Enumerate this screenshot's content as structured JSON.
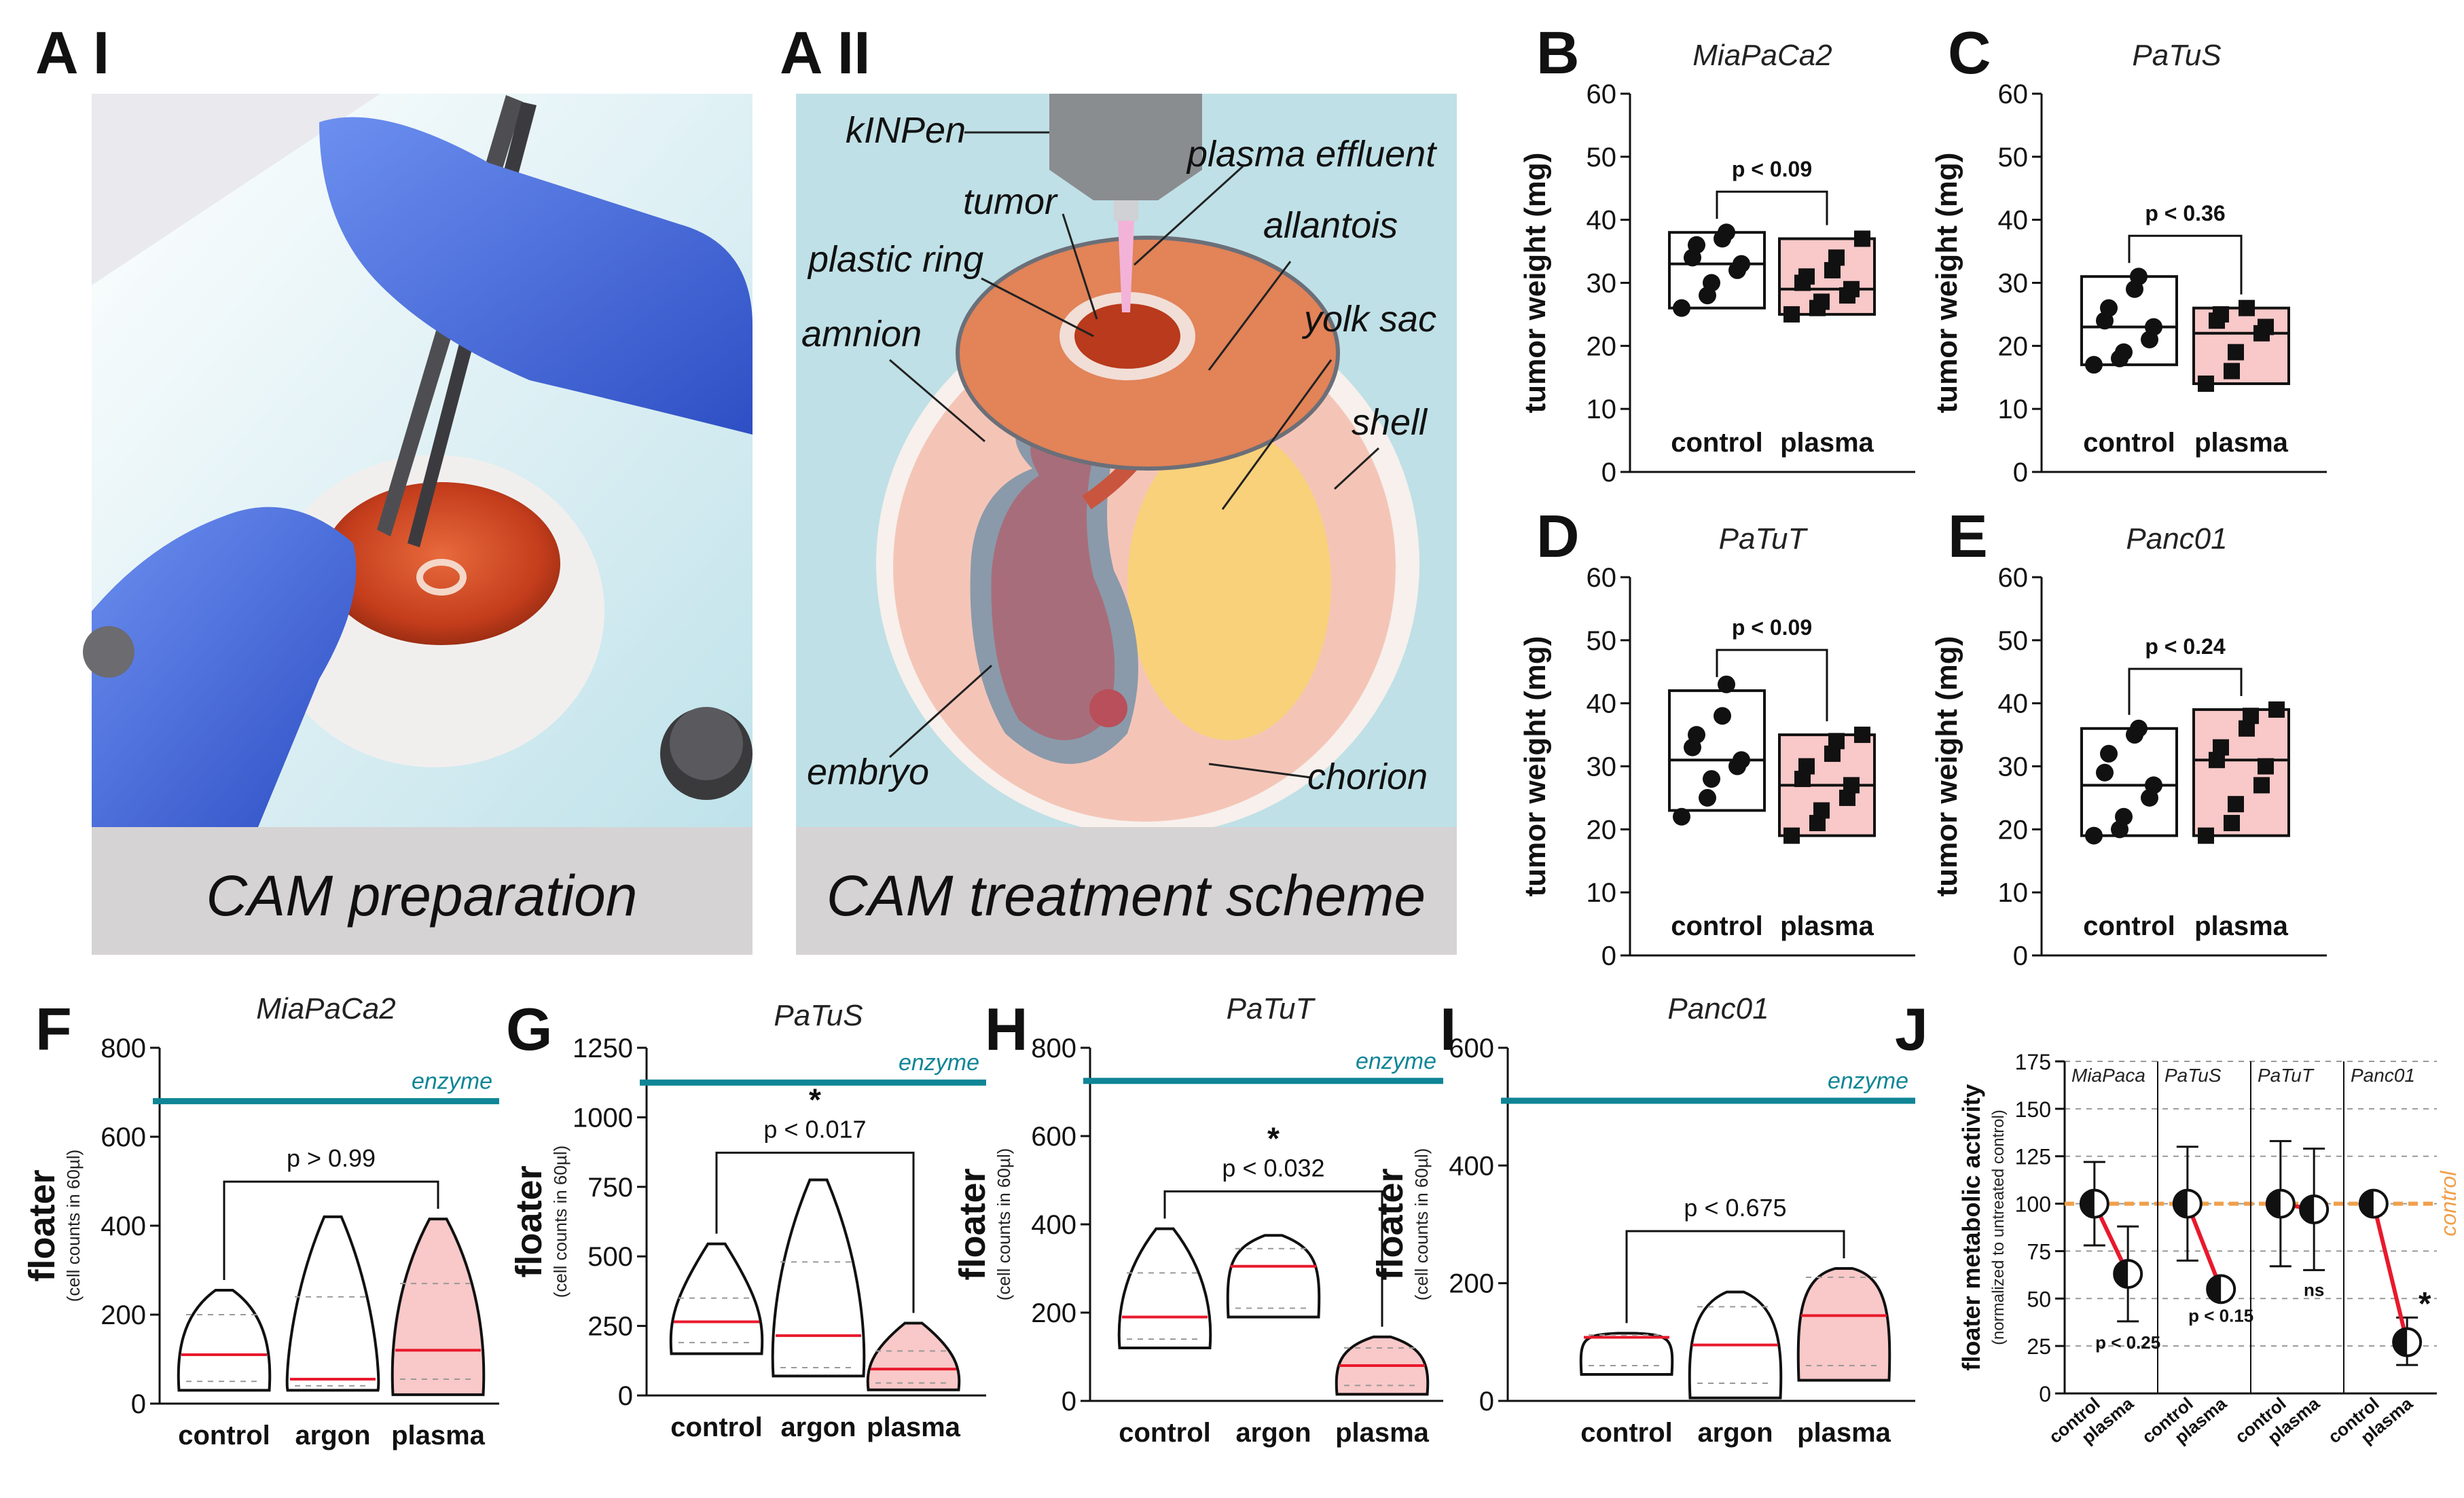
{
  "panel_letters": {
    "AI": "A I",
    "AII": "A II",
    "B": "B",
    "C": "C",
    "D": "D",
    "E": "E",
    "F": "F",
    "G": "G",
    "H": "H",
    "I": "I",
    "J": "J"
  },
  "photo": {
    "caption": "CAM preparation"
  },
  "scheme": {
    "caption": "CAM treatment scheme",
    "labels": {
      "kinpen": "kINPen",
      "plasma_effluent": "plasma effluent",
      "tumor": "tumor",
      "allantois": "allantois",
      "plastic_ring": "plastic ring",
      "yolk_sac": "yolk sac",
      "amnion": "amnion",
      "shell": "shell",
      "embryo": "embryo",
      "chorion": "chorion"
    }
  },
  "colors": {
    "plasma_fill": "#f9c8c8",
    "median": "#e8192c",
    "enzyme": "#0f8596",
    "control_line": "#f0a04b",
    "drop_line": "#e8192c",
    "background_scheme": "#bfe0e6"
  },
  "chart_data": [
    {
      "id": "B",
      "type": "box",
      "title": "MiaPaCa2",
      "ylabel": "tumor weight (mg)",
      "ylim": [
        0,
        60
      ],
      "yticks": [
        0,
        10,
        20,
        30,
        40,
        50,
        60
      ],
      "categories": [
        "control",
        "plasma"
      ],
      "pvalue": "p < 0.09",
      "series": [
        {
          "name": "control",
          "box": {
            "min": 26,
            "q1": 26,
            "median": 33,
            "q3": 38,
            "max": 38
          },
          "points": [
            26,
            28,
            30,
            32,
            33,
            34,
            36,
            37,
            38
          ]
        },
        {
          "name": "plasma",
          "box": {
            "min": 25,
            "q1": 25,
            "median": 29,
            "q3": 37,
            "max": 37
          },
          "points": [
            25,
            26,
            27,
            28,
            29,
            30,
            31,
            32,
            34,
            37
          ]
        }
      ]
    },
    {
      "id": "C",
      "type": "box",
      "title": "PaTuS",
      "ylabel": "tumor weight (mg)",
      "ylim": [
        0,
        60
      ],
      "yticks": [
        0,
        10,
        20,
        30,
        40,
        50,
        60
      ],
      "categories": [
        "control",
        "plasma"
      ],
      "pvalue": "p < 0.36",
      "series": [
        {
          "name": "control",
          "box": {
            "min": 17,
            "q1": 17,
            "median": 23,
            "q3": 31,
            "max": 31
          },
          "points": [
            17,
            18,
            19,
            21,
            23,
            24,
            26,
            29,
            31
          ]
        },
        {
          "name": "plasma",
          "box": {
            "min": 14,
            "q1": 14,
            "median": 22,
            "q3": 26,
            "max": 26
          },
          "points": [
            14,
            16,
            19,
            22,
            23,
            24,
            25,
            26
          ]
        }
      ]
    },
    {
      "id": "D",
      "type": "box",
      "title": "PaTuT",
      "ylabel": "tumor weight (mg)",
      "ylim": [
        0,
        60
      ],
      "yticks": [
        0,
        10,
        20,
        30,
        40,
        50,
        60
      ],
      "categories": [
        "control",
        "plasma"
      ],
      "pvalue": "p < 0.09",
      "series": [
        {
          "name": "control",
          "box": {
            "min": 23,
            "q1": 23,
            "median": 31,
            "q3": 42,
            "max": 42
          },
          "points": [
            22,
            25,
            28,
            30,
            31,
            33,
            35,
            38,
            43
          ]
        },
        {
          "name": "plasma",
          "box": {
            "min": 19,
            "q1": 19,
            "median": 27,
            "q3": 35,
            "max": 35
          },
          "points": [
            19,
            21,
            23,
            25,
            27,
            28,
            30,
            32,
            34,
            35
          ]
        }
      ]
    },
    {
      "id": "E",
      "type": "box",
      "title": "Panc01",
      "ylabel": "tumor weight (mg)",
      "ylim": [
        0,
        60
      ],
      "yticks": [
        0,
        10,
        20,
        30,
        40,
        50,
        60
      ],
      "categories": [
        "control",
        "plasma"
      ],
      "pvalue": "p < 0.24",
      "series": [
        {
          "name": "control",
          "box": {
            "min": 19,
            "q1": 19,
            "median": 27,
            "q3": 36,
            "max": 36
          },
          "points": [
            19,
            20,
            22,
            25,
            27,
            29,
            32,
            35,
            36
          ]
        },
        {
          "name": "plasma",
          "box": {
            "min": 19,
            "q1": 19,
            "median": 31,
            "q3": 39,
            "max": 39
          },
          "points": [
            19,
            21,
            24,
            27,
            30,
            31,
            33,
            36,
            38,
            39
          ]
        }
      ]
    },
    {
      "id": "F",
      "type": "violin",
      "title": "MiaPaCa2",
      "ylabel": "floater",
      "ylabel_sub": "(cell counts in 60µl)",
      "ylim": [
        0,
        800
      ],
      "yticks": [
        0,
        200,
        400,
        600,
        800
      ],
      "categories": [
        "control",
        "argon",
        "plasma"
      ],
      "enzyme_label": "enzyme",
      "enzyme_level": 680,
      "pvalue": "p > 0.99",
      "star": "",
      "series": [
        {
          "name": "control",
          "min": 30,
          "max": 255,
          "q1": 50,
          "median": 110,
          "q3": 200
        },
        {
          "name": "argon",
          "min": 30,
          "max": 420,
          "q1": 40,
          "median": 55,
          "q3": 240
        },
        {
          "name": "plasma",
          "min": 20,
          "max": 415,
          "q1": 55,
          "median": 120,
          "q3": 270
        }
      ]
    },
    {
      "id": "G",
      "type": "violin",
      "title": "PaTuS",
      "ylabel": "floater",
      "ylabel_sub": "(cell counts in 60µl)",
      "ylim": [
        0,
        1250
      ],
      "yticks": [
        0,
        250,
        500,
        750,
        1000,
        1250
      ],
      "categories": [
        "control",
        "argon",
        "plasma"
      ],
      "enzyme_label": "enzyme",
      "enzyme_level": 1125,
      "pvalue": "p < 0.017",
      "star": "*",
      "series": [
        {
          "name": "control",
          "min": 150,
          "max": 545,
          "q1": 190,
          "median": 265,
          "q3": 350
        },
        {
          "name": "argon",
          "min": 70,
          "max": 775,
          "q1": 100,
          "median": 215,
          "q3": 480
        },
        {
          "name": "plasma",
          "min": 20,
          "max": 260,
          "q1": 45,
          "median": 95,
          "q3": 160
        }
      ]
    },
    {
      "id": "H",
      "type": "violin",
      "title": "PaTuT",
      "ylabel": "floater",
      "ylabel_sub": "(cell counts in 60µl)",
      "ylim": [
        0,
        800
      ],
      "yticks": [
        0,
        200,
        400,
        600,
        800
      ],
      "categories": [
        "control",
        "argon",
        "plasma"
      ],
      "enzyme_label": "enzyme",
      "enzyme_level": 725,
      "pvalue": "p < 0.032",
      "star": "*",
      "series": [
        {
          "name": "control",
          "min": 120,
          "max": 390,
          "q1": 140,
          "median": 190,
          "q3": 290
        },
        {
          "name": "argon",
          "min": 190,
          "max": 375,
          "q1": 210,
          "median": 305,
          "q3": 345
        },
        {
          "name": "plasma",
          "min": 15,
          "max": 145,
          "q1": 35,
          "median": 80,
          "q3": 120
        }
      ]
    },
    {
      "id": "I",
      "type": "violin",
      "title": "Panc01",
      "ylabel": "floater",
      "ylabel_sub": "(cell counts in 60µl)",
      "ylim": [
        0,
        600
      ],
      "yticks": [
        0,
        200,
        400,
        600
      ],
      "categories": [
        "control",
        "argon",
        "plasma"
      ],
      "enzyme_label": "enzyme",
      "enzyme_level": 510,
      "pvalue": "p < 0.675",
      "star": "",
      "series": [
        {
          "name": "control",
          "min": 45,
          "max": 115,
          "q1": 60,
          "median": 108,
          "q3": 112
        },
        {
          "name": "argon",
          "min": 5,
          "max": 185,
          "q1": 30,
          "median": 95,
          "q3": 160
        },
        {
          "name": "plasma",
          "min": 35,
          "max": 225,
          "q1": 60,
          "median": 145,
          "q3": 210
        }
      ]
    },
    {
      "id": "J",
      "type": "dot-line",
      "ylabel": "floater metabolic activity",
      "ylabel_sub": "(normalized to untreated control)",
      "ylim": [
        0,
        175
      ],
      "yticks": [
        0,
        25,
        50,
        75,
        100,
        125,
        150,
        175
      ],
      "reference_line": 100,
      "reference_label": "control",
      "groups": [
        {
          "name": "MiaPaca",
          "control": {
            "mean": 100,
            "low": 78,
            "high": 122
          },
          "plasma": {
            "mean": 63,
            "low": 38,
            "high": 88
          },
          "pvalue": "p < 0.25",
          "star": ""
        },
        {
          "name": "PaTuS",
          "control": {
            "mean": 100,
            "low": 70,
            "high": 130
          },
          "plasma": {
            "mean": 55,
            "low": 52,
            "high": 58
          },
          "pvalue": "p < 0.15",
          "star": ""
        },
        {
          "name": "PaTuT",
          "control": {
            "mean": 100,
            "low": 67,
            "high": 133
          },
          "plasma": {
            "mean": 97,
            "low": 65,
            "high": 129
          },
          "pvalue": "ns",
          "star": ""
        },
        {
          "name": "Panc01",
          "control": {
            "mean": 100,
            "low": 98,
            "high": 102
          },
          "plasma": {
            "mean": 27,
            "low": 15,
            "high": 40
          },
          "pvalue": "",
          "star": "*"
        }
      ],
      "categories": [
        "control",
        "plasma"
      ]
    }
  ]
}
